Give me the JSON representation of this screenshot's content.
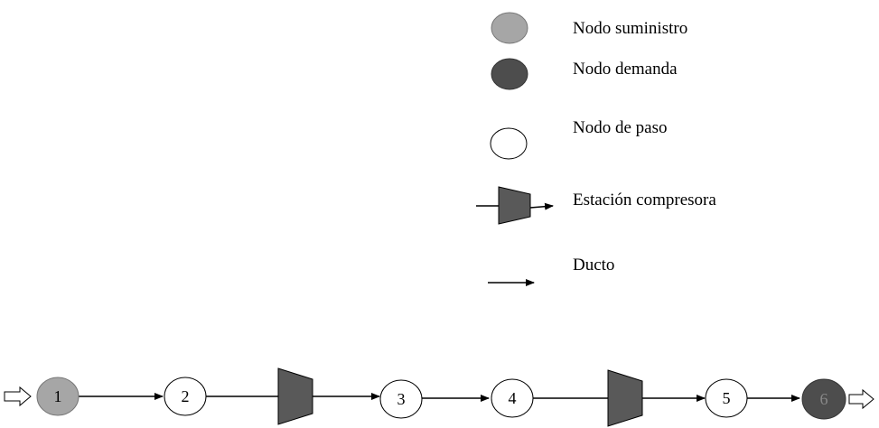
{
  "colors": {
    "supply": "#a6a6a6",
    "demand": "#4d4d4d",
    "pass": "#ffffff",
    "compressor": "#595959",
    "stroke": "#000000"
  },
  "legend": {
    "supply_label": "Nodo suministro",
    "demand_label": "Nodo demanda",
    "pass_label": "Nodo de paso",
    "compressor_label": "Estación compresora",
    "duct_label": "Ducto"
  },
  "network": {
    "nodes": [
      {
        "id": "1",
        "type": "supply"
      },
      {
        "id": "2",
        "type": "pass"
      },
      {
        "id": "3",
        "type": "pass"
      },
      {
        "id": "4",
        "type": "pass"
      },
      {
        "id": "5",
        "type": "pass"
      },
      {
        "id": "6",
        "type": "demand"
      }
    ],
    "compressors": [
      {
        "between": [
          "2",
          "3"
        ]
      },
      {
        "between": [
          "4",
          "5"
        ]
      }
    ],
    "inflow_at": "1",
    "outflow_at": "6"
  }
}
